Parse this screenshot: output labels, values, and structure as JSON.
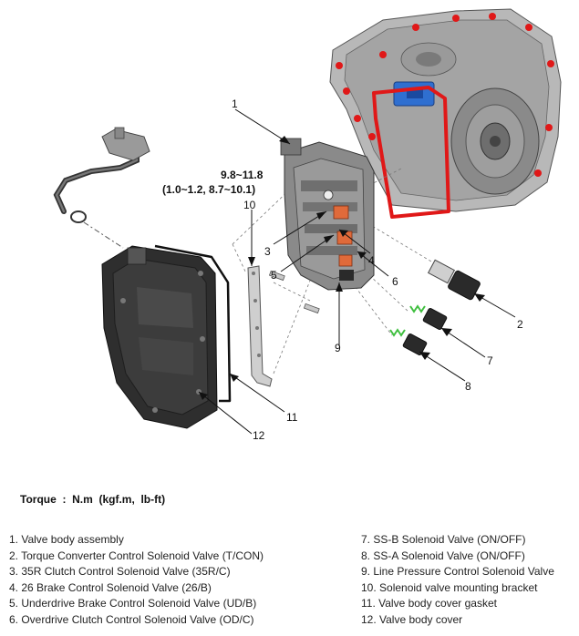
{
  "diagram": {
    "callouts": [
      "1",
      "2",
      "3",
      "4",
      "5",
      "6",
      "7",
      "8",
      "9",
      "10",
      "11",
      "12"
    ],
    "torque_spec_line1": "9.8~11.8",
    "torque_spec_line2": "(1.0~1.2,  8.7~10.1)"
  },
  "torque_heading": "Torque  :  N.m  (kgf.m,  lb-ft)",
  "legend_left": [
    "1. Valve body assembly",
    "2. Torque Converter Control Solenoid Valve (T/CON)",
    "3. 35R Clutch Control Solenoid Valve (35R/C)",
    "4. 26 Brake Control Solenoid Valve (26/B)",
    "5. Underdrive Brake Control Solenoid Valve (UD/B)",
    "6. Overdrive Clutch Control Solenoid Valve (OD/C)"
  ],
  "legend_right": [
    "7. SS-B Solenoid Valve (ON/OFF)",
    "8. SS-A Solenoid Valve (ON/OFF)",
    "9. Line Pressure Control Solenoid Valve",
    "10. Solenoid valve mounting bracket",
    "11. Valve body cover gasket",
    "12. Valve body cover"
  ],
  "colors": {
    "housing": "#b8b8b8",
    "housing_dark": "#7c7c7c",
    "cover": "#2e2e2e",
    "gasket_red": "#e01818",
    "highlight_blue": "#2f6fd0",
    "solenoid_orange": "#e06a3a",
    "spring_green": "#3fbf3f"
  }
}
